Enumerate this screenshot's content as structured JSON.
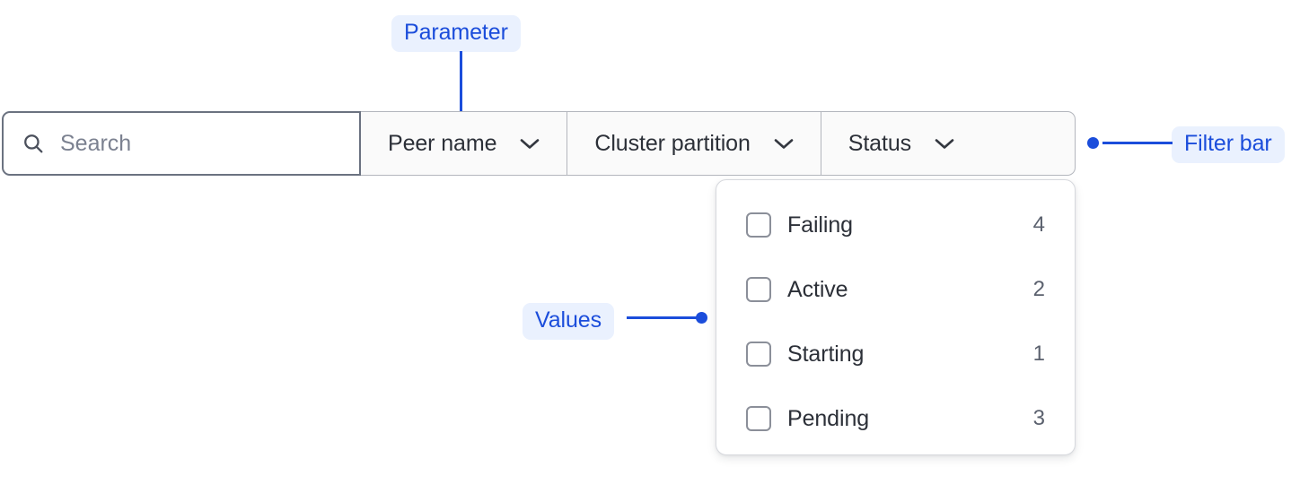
{
  "annotations": {
    "parameter": {
      "label": "Parameter"
    },
    "values": {
      "label": "Values"
    },
    "filter_bar": {
      "label": "Filter bar"
    },
    "accent_color": "#1b4ddb",
    "badge_background": "#eaf1fe"
  },
  "filter_bar": {
    "search": {
      "placeholder": "Search",
      "value": "",
      "icon": "search-icon"
    },
    "dropdowns": [
      {
        "label": "Peer name",
        "icon": "chevron-down-icon",
        "expanded": false
      },
      {
        "label": "Cluster partition",
        "icon": "chevron-down-icon",
        "expanded": false
      },
      {
        "label": "Status",
        "icon": "chevron-down-icon",
        "expanded": true
      }
    ]
  },
  "values_panel": {
    "items": [
      {
        "label": "Failing",
        "count": "4",
        "checked": false
      },
      {
        "label": "Active",
        "count": "2",
        "checked": false
      },
      {
        "label": "Starting",
        "count": "1",
        "checked": false
      },
      {
        "label": "Pending",
        "count": "3",
        "checked": false
      }
    ]
  }
}
